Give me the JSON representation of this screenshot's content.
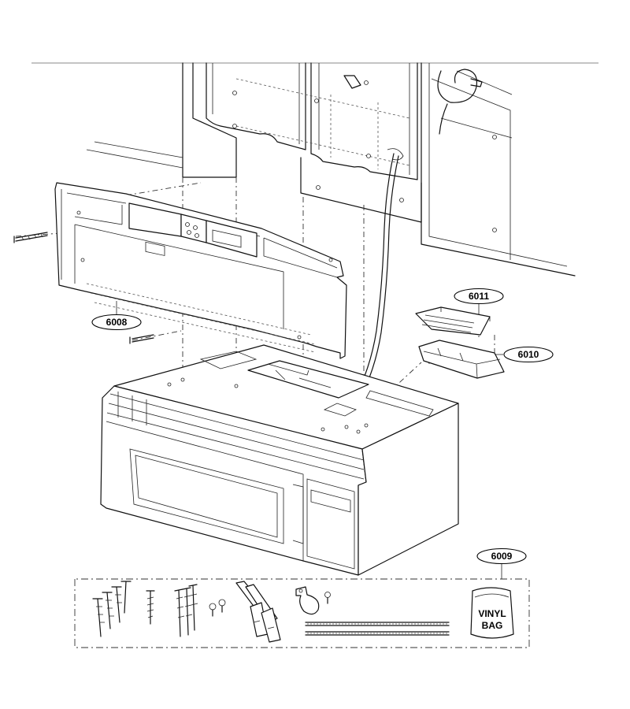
{
  "callouts": [
    {
      "id": "6008",
      "text": "6008"
    },
    {
      "id": "6011",
      "text": "6011"
    },
    {
      "id": "6010",
      "text": "6010"
    },
    {
      "id": "6009",
      "text": "6009"
    }
  ],
  "bag_label": {
    "line1": "VINYL",
    "line2": "BAG"
  }
}
